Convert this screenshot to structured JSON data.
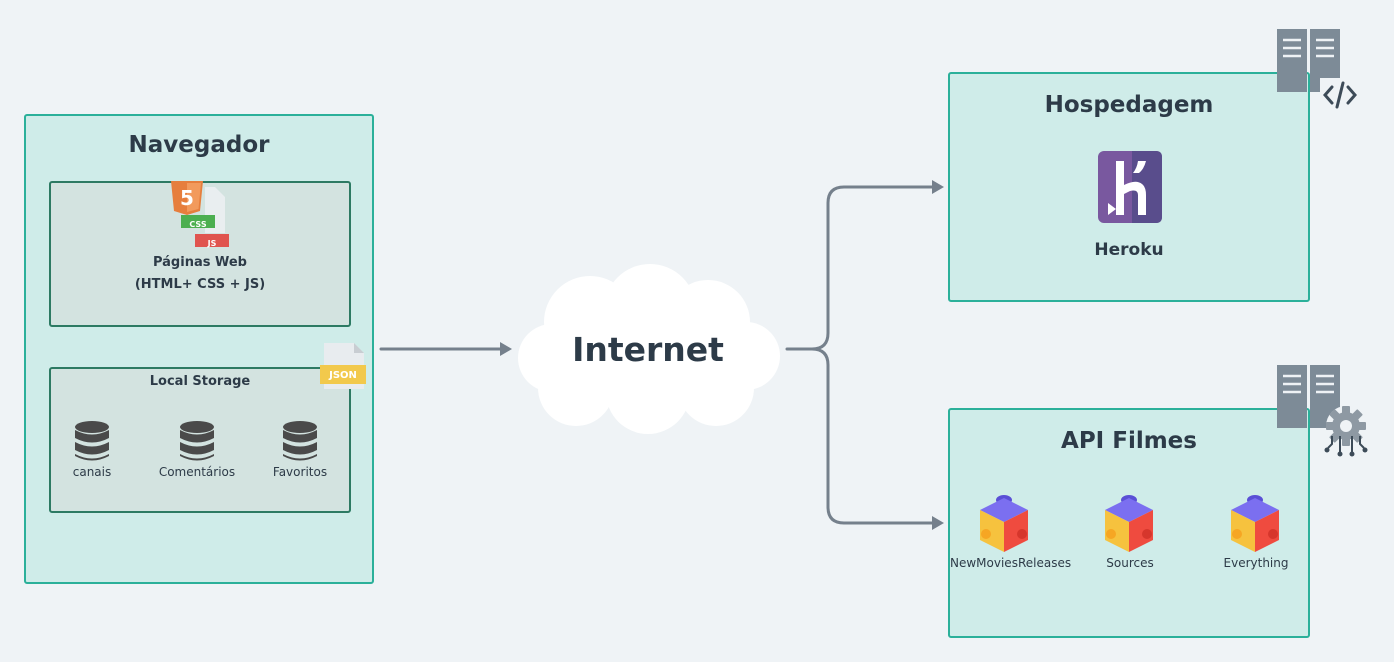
{
  "navegador": {
    "title": "Navegador",
    "web_pages": {
      "line1": "Páginas Web",
      "line2": "(HTML+ CSS + JS)",
      "css_tag": "CSS",
      "js_tag": "JS"
    },
    "local_storage": {
      "title": "Local Storage",
      "json_tag": "JSON",
      "items": [
        {
          "label": "canais",
          "icon": "database-icon"
        },
        {
          "label": "Comentários",
          "icon": "database-icon"
        },
        {
          "label": "Favoritos",
          "icon": "database-icon"
        }
      ]
    }
  },
  "internet": {
    "label": "Internet"
  },
  "hospedagem": {
    "title": "Hospedagem",
    "provider": "Heroku"
  },
  "api": {
    "title": "API Filmes",
    "endpoints": [
      {
        "label": "NewMoviesReleases",
        "icon": "cube-icon"
      },
      {
        "label": "Sources",
        "icon": "cube-icon"
      },
      {
        "label": "Everything",
        "icon": "cube-icon"
      }
    ]
  },
  "colors": {
    "background": "#eff3f6",
    "panel_fill": "#cfece9",
    "panel_border": "#2bb09a",
    "sub_fill": "#d3e3e0",
    "sub_border": "#2d7a63",
    "arrow": "#75808c",
    "heroku": "#6c4e9c"
  }
}
